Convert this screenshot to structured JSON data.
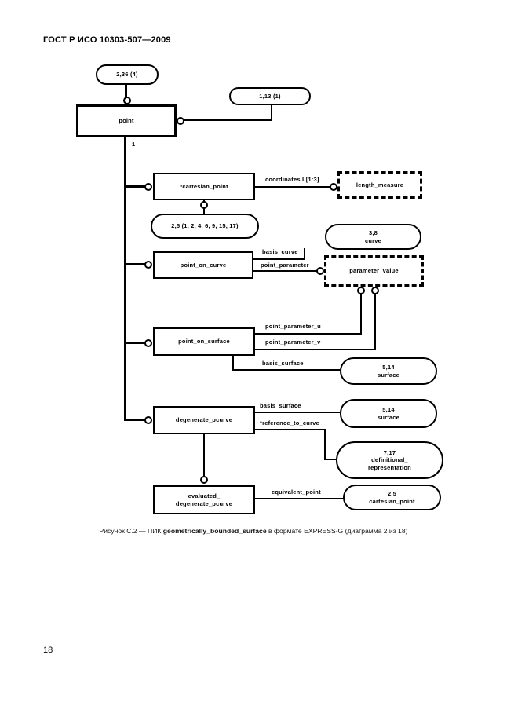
{
  "page": {
    "header": "ГОСТ Р ИСО 10303-507—2009",
    "page_number": "18"
  },
  "caption": {
    "prefix": "Рисунок С.2 — ПИК ",
    "entity": "geometrically_bounded_surface",
    "suffix": " в формате EXPRESS-G (диаграмма 2 из 18)"
  },
  "diagram": {
    "nodes": {
      "ref_2_36": "2,36 (4)",
      "ref_1_13": "1,13 (1)",
      "point": "point",
      "cartesian_point": "*cartesian_point",
      "length_measure": "length_measure",
      "ref_2_5_pages": "2,5 (1, 2, 4, 6, 9, 15, 17)",
      "point_on_curve": "point_on_curve",
      "ref_3_8_curve": "3,8\ncurve",
      "parameter_value": "parameter_value",
      "point_on_surface": "point_on_surface",
      "ref_5_14_surface_a": "5,14\nsurface",
      "degenerate_pcurve": "degenerate_pcurve",
      "ref_5_14_surface_b": "5,14\nsurface",
      "ref_7_17_defrep": "7,17\ndefinitional_\nrepresentation",
      "evaluated_degenerate_pcurve": "evaluated_\ndegenerate_pcurve",
      "ref_2_5_cartesian_point": "2,5\ncartesian_point"
    },
    "edge_labels": {
      "coordinates": "coordinates L[1:3]",
      "basis_curve": "basis_curve",
      "point_parameter": "point_parameter",
      "point_parameter_u": "point_parameter_u",
      "point_parameter_v": "point_parameter_v",
      "basis_surface_pos": "basis_surface",
      "basis_surface_degen": "basis_surface",
      "reference_to_curve": "*reference_to_curve",
      "equivalent_point": "equivalent_point",
      "subtype_cardinality": "1"
    }
  }
}
